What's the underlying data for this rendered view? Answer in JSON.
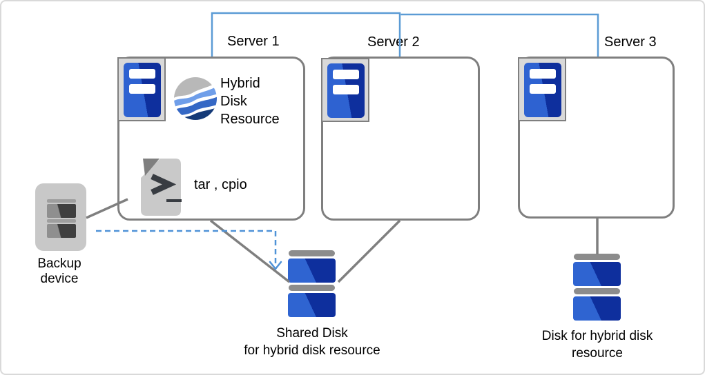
{
  "servers": [
    {
      "label": "Server 1"
    },
    {
      "label": "Server 2"
    },
    {
      "label": "Server 3"
    }
  ],
  "server1": {
    "resource": {
      "lines": [
        "Hybrid",
        "Disk",
        "Resource"
      ]
    },
    "tools_label": "tar , cpio"
  },
  "backup_device": {
    "lines": [
      "Backup",
      "device"
    ]
  },
  "shared_disk": {
    "lines": [
      "Shared Disk",
      "for hybrid disk resource"
    ]
  },
  "hybrid_disk": {
    "lines": [
      "Disk for hybrid disk",
      "resource"
    ]
  },
  "icons": {
    "server": "server-icon",
    "hybrid_resource": "hybrid-disk-resource-icon",
    "terminal_file": "terminal-file-icon",
    "backup": "backup-device-icon",
    "disk": "disk-icon",
    "arrow": "dashed-arrow-icon"
  },
  "colors": {
    "connector_blue": "#5b9bd5",
    "dashed_arrow_blue": "#4f92d7",
    "connector_gray": "#7f7f7f",
    "box_border_gray": "#7f7f7f",
    "server_blue_light": "#2e62d1",
    "server_blue_dark": "#0e2f9d",
    "disk_cap_gray": "#8c8c8c",
    "icon_frame_gray": "#d9d9d9",
    "device_gray": "#c8c8c8",
    "wave_gray": "#b8b8b8",
    "wave_light_blue": "#6f9ee9",
    "wave_mid_blue": "#3568c5",
    "wave_navy": "#143a78",
    "terminal_glyph": "#383c42"
  }
}
